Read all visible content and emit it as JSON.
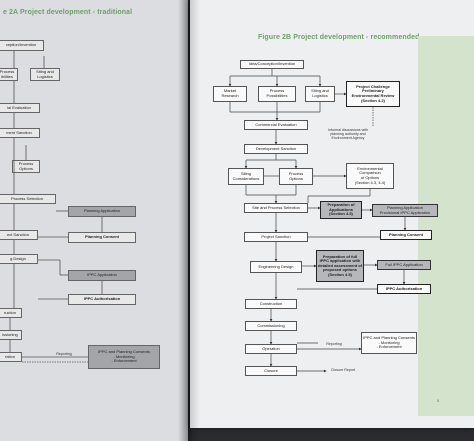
{
  "left_page": {
    "title": "e 2A  Project development - traditional",
    "nodes": {
      "concept": "ception/Invention",
      "process": "Process\nibilities",
      "siting": "Siting and\nLogistics",
      "evaluation": "ial Evaluation",
      "sanction1": "ment Sanction",
      "process_options": "Process\nOptions",
      "process_selection": "Process Selection",
      "planning_application": "Planning Application",
      "sanction2": "ect Sanction",
      "planning_consent": "Planning Consent",
      "design": "g Design",
      "ippc_application": "IPPC Application",
      "ippc_authorisation": "IPPC Authorisation",
      "construction": "ruction",
      "commissioning": "issioning",
      "operation": "ration",
      "reporting_label": "Reporting",
      "ippc_consents": "IPPC and Planning Consents\n- Monitoring\n- Enforcement"
    }
  },
  "right_page": {
    "title": "Figure 2B  Project development - recommended",
    "page_number": "5",
    "nodes": {
      "idea": "Idea/Conception/Invention",
      "market": "Market\nResearch",
      "process": "Process\nPossibilities",
      "siting": "Siting and\nLogistics",
      "challenge": "Project Challenge\nPreliminary\nEnvironmental Review\n(Section 4.2)",
      "commercial": "Commercial Evaluation",
      "development": "Development Sanction",
      "siting_considerations": "Siting\nConsiderations",
      "process_options": "Process\nOptions",
      "env_comparison": "Environmental\nComparison\nof Options\n(Section 4.3, 4.4)",
      "site_process": "Site and Process Selection",
      "prep_applications": "Preparation of\nApplications\n(Section 4.5)",
      "planning_provisional": "Planning Application\nProvisional IPPC Application",
      "project_sanction": "Project Sanction",
      "planning_consent": "Planning Consent",
      "engineering": "Engineering Design",
      "prep_full": "Preparation of full\nIPPC application with\ndetailed assessment of\nproposed options\n(Section 4.5)",
      "full_ippc": "Full IPPC Application",
      "ippc_authorisation": "IPPC Authorisation",
      "construction": "Construction",
      "commissioning": "Commissioning",
      "operation": "Operation",
      "reporting_label": "Reporting",
      "ippc_consents": "IPPC and Planning Consents\n- Monitoring\n- Enforcement",
      "closure": "Closure",
      "closure_report_label": "Closure Report",
      "informal_note": "Informal discussions with\nplanning authority and\nEnvironment Agency"
    }
  }
}
